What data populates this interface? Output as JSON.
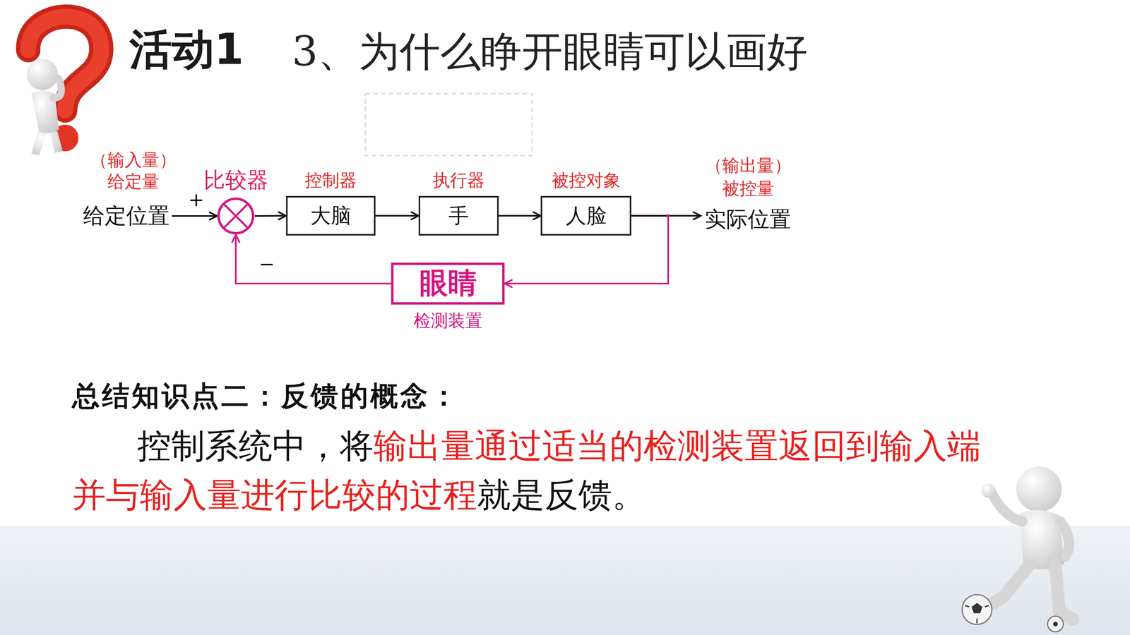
{
  "diagram": {
    "title": "3、为什么睁开眼睛可以画好",
    "nodes": [
      {
        "text": [
          "比较器"
        ]
      },
      {
        "text": [
          "控制器",
          "大脑"
        ]
      },
      {
        "text": [
          "执行器",
          "手"
        ]
      },
      {
        "text": [
          "被控对象",
          "人脸"
        ]
      },
      {
        "text": [
          "眼睛",
          "检测装置"
        ]
      }
    ],
    "edges": [
      {
        "from": 0,
        "to": 1,
        "arrow": "to"
      },
      {
        "from": 1,
        "to": 2,
        "arrow": "to"
      },
      {
        "from": 2,
        "to": 3,
        "arrow": "to"
      },
      {
        "from": 3,
        "to": 4,
        "arrow": "to"
      },
      {
        "from": 4,
        "to": 0,
        "arrow": "to"
      }
    ],
    "labels": [
      "活动1",
      "（输入量）",
      "给定量",
      "给定位置",
      "+",
      "−",
      "（输出量）",
      "被控量",
      "实际位置",
      "总结知识点二：反馈的概念：",
      "控制系统中，将",
      "输出量通过适当的检测装置返回到输入端并与输入量进行比较的过程",
      "就是反馈。"
    ]
  }
}
